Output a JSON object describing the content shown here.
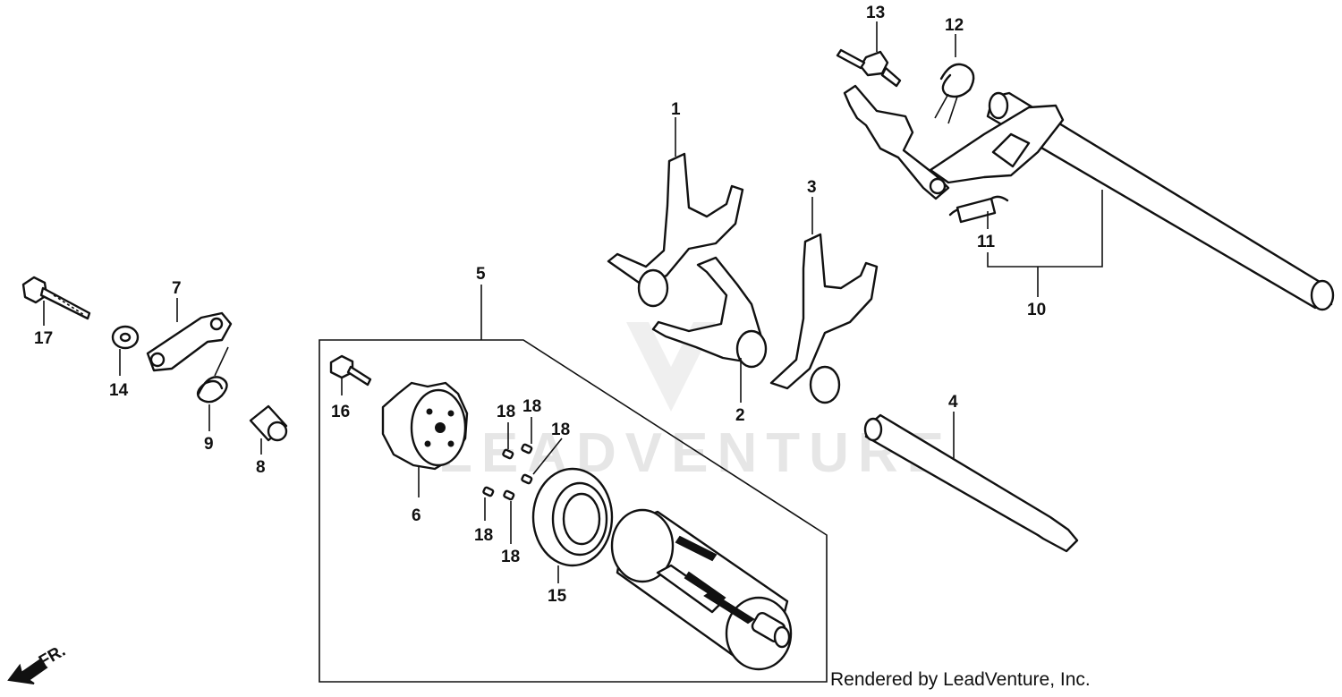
{
  "diagram": {
    "watermark_text": "LEADVENTURE",
    "credit": "Rendered by LeadVenture, Inc.",
    "front_arrow_label": "FR.",
    "callouts": {
      "c1": "1",
      "c2": "2",
      "c3": "3",
      "c4": "4",
      "c5": "5",
      "c6": "6",
      "c7": "7",
      "c8": "8",
      "c9": "9",
      "c10": "10",
      "c11": "11",
      "c12": "12",
      "c13": "13",
      "c14": "14",
      "c15": "15",
      "c16": "16",
      "c17": "17",
      "c18a": "18",
      "c18b": "18",
      "c18c": "18",
      "c18d": "18",
      "c18e": "18"
    }
  }
}
